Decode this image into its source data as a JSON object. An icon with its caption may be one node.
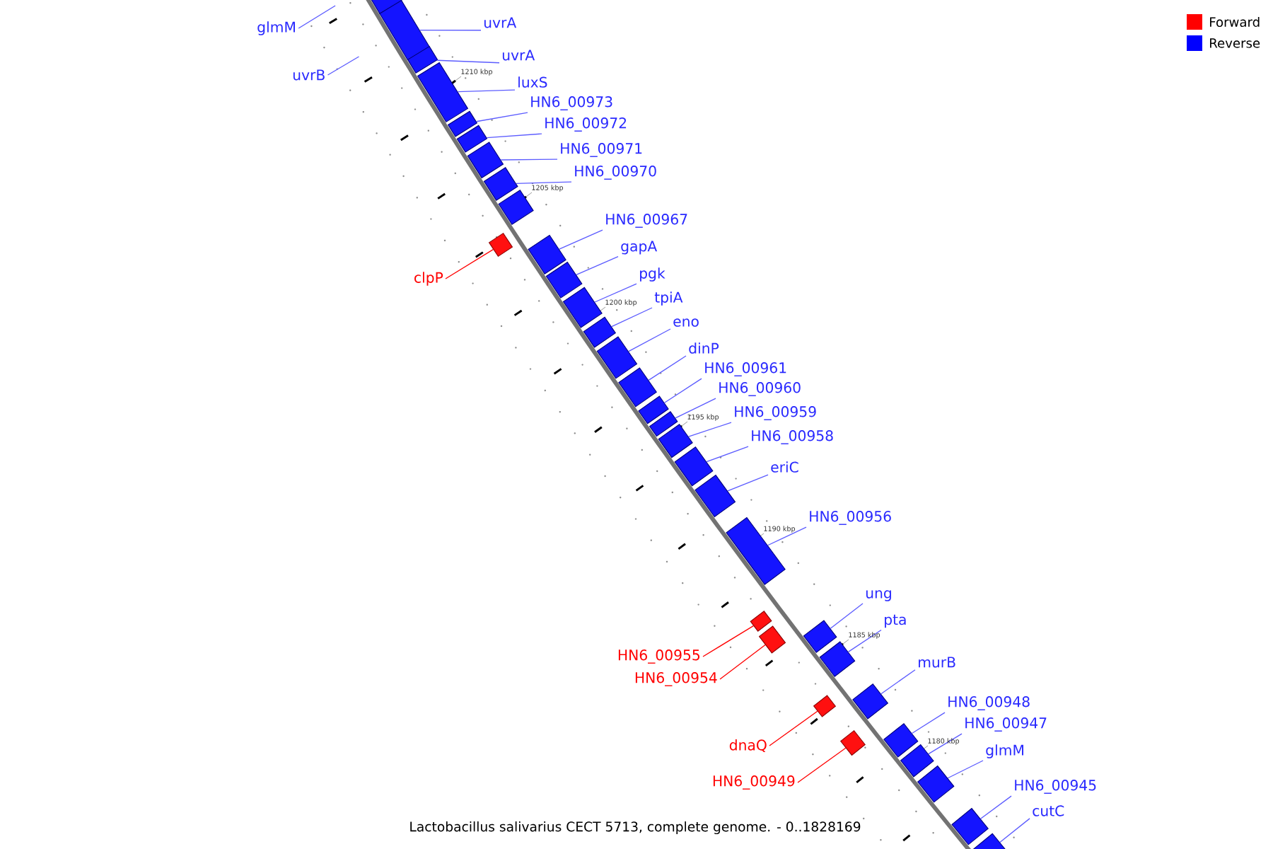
{
  "diagram": {
    "caption": "Lactobacillus salivarius CECT 5713, complete genome. - 0..1828169",
    "nodes": [
      {
        "text": [],
        "shape": "bar"
      },
      {
        "text": [],
        "shape": "bar"
      },
      {
        "text": [],
        "shape": "bar"
      },
      {
        "text": [],
        "shape": "bar"
      },
      {
        "text": [],
        "shape": "bar"
      },
      {
        "text": [],
        "shape": "bar"
      },
      {
        "text": [],
        "shape": "bar"
      },
      {
        "text": [],
        "shape": "bar"
      },
      {
        "text": [],
        "shape": "bar"
      },
      {
        "text": [],
        "shape": "bar"
      },
      {
        "text": [],
        "shape": "bar"
      },
      {
        "text": [],
        "shape": "bar"
      },
      {
        "text": [],
        "shape": "bar"
      },
      {
        "text": [],
        "shape": "bar"
      },
      {
        "text": [],
        "shape": "bar"
      },
      {
        "text": [],
        "shape": "bar"
      },
      {
        "text": [],
        "shape": "bar"
      },
      {
        "text": [],
        "shape": "bar"
      },
      {
        "text": [],
        "shape": "bar"
      },
      {
        "text": [],
        "shape": "bar"
      },
      {
        "text": [],
        "shape": "bar"
      },
      {
        "text": [],
        "shape": "bar"
      },
      {
        "text": [],
        "shape": "bar"
      },
      {
        "text": [],
        "shape": "bar"
      },
      {
        "text": [],
        "shape": "bar"
      },
      {
        "text": [],
        "shape": "bar"
      },
      {
        "text": [],
        "shape": "bar"
      },
      {
        "text": [],
        "shape": "bar"
      },
      {
        "text": [],
        "shape": "bar"
      },
      {
        "text": [],
        "shape": "bar"
      },
      {
        "text": [],
        "shape": "bar"
      },
      {
        "text": [],
        "shape": "bar"
      },
      {
        "text": [],
        "shape": "bar"
      },
      {
        "text": [],
        "shape": "bar"
      },
      {
        "text": [
          "uvrA"
        ]
      },
      {
        "text": [
          "glmM"
        ]
      },
      {
        "text": [
          "uvrA"
        ]
      },
      {
        "text": [
          "uvrB"
        ]
      },
      {
        "text": [
          "luxS"
        ]
      },
      {
        "text": [
          "HN6_00973"
        ]
      },
      {
        "text": [
          "HN6_00972"
        ]
      },
      {
        "text": [
          "HN6_00971"
        ]
      },
      {
        "text": [
          "HN6_00970"
        ]
      },
      {
        "text": [
          "HN6_00967"
        ]
      },
      {
        "text": [
          "gapA"
        ]
      },
      {
        "text": [
          "pgk"
        ]
      },
      {
        "text": [
          "clpP"
        ]
      },
      {
        "text": [
          "tpiA"
        ]
      },
      {
        "text": [
          "eno"
        ]
      },
      {
        "text": [
          "dinP"
        ]
      },
      {
        "text": [
          "HN6_00961"
        ]
      },
      {
        "text": [
          "HN6_00960"
        ]
      },
      {
        "text": [
          "HN6_00959"
        ]
      },
      {
        "text": [
          "HN6_00958"
        ]
      },
      {
        "text": [
          "eriC"
        ]
      },
      {
        "text": [
          "HN6_00956"
        ]
      },
      {
        "text": [
          "ung"
        ]
      },
      {
        "text": [
          "pta"
        ]
      },
      {
        "text": [
          "HN6_00955"
        ]
      },
      {
        "text": [
          "murB"
        ]
      },
      {
        "text": [
          "HN6_00954"
        ]
      },
      {
        "text": [
          "HN6_00948"
        ]
      },
      {
        "text": [
          "HN6_00947"
        ]
      },
      {
        "text": [
          "dnaQ"
        ]
      },
      {
        "text": [
          "glmM"
        ]
      },
      {
        "text": [
          "HN6_00949"
        ]
      },
      {
        "text": [
          "HN6_00945"
        ]
      },
      {
        "text": [
          "cutC"
        ]
      }
    ],
    "edges": [
      {
        "from": 34,
        "to": 1,
        "arrow": "none"
      },
      {
        "from": 35,
        "to": null,
        "arrow": "none"
      },
      {
        "from": 36,
        "to": 2,
        "arrow": "none"
      },
      {
        "from": 37,
        "to": null,
        "arrow": "none"
      },
      {
        "from": 38,
        "to": 3,
        "arrow": "none"
      },
      {
        "from": 39,
        "to": 4,
        "arrow": "none"
      },
      {
        "from": 40,
        "to": 5,
        "arrow": "none"
      },
      {
        "from": 41,
        "to": 6,
        "arrow": "none"
      },
      {
        "from": 42,
        "to": 7,
        "arrow": "none"
      },
      {
        "from": 43,
        "to": 10,
        "arrow": "none"
      },
      {
        "from": 44,
        "to": 11,
        "arrow": "none"
      },
      {
        "from": 45,
        "to": 12,
        "arrow": "none"
      },
      {
        "from": 46,
        "to": 9,
        "arrow": "none",
        "color": "#ff0000"
      },
      {
        "from": 47,
        "to": 13,
        "arrow": "none"
      },
      {
        "from": 48,
        "to": 14,
        "arrow": "none"
      },
      {
        "from": 49,
        "to": 15,
        "arrow": "none"
      },
      {
        "from": 50,
        "to": 16,
        "arrow": "none"
      },
      {
        "from": 51,
        "to": 17,
        "arrow": "none"
      },
      {
        "from": 52,
        "to": 18,
        "arrow": "none"
      },
      {
        "from": 53,
        "to": 19,
        "arrow": "none"
      },
      {
        "from": 54,
        "to": 20,
        "arrow": "none"
      },
      {
        "from": 55,
        "to": 21,
        "arrow": "none"
      },
      {
        "from": 56,
        "to": 24,
        "arrow": "none"
      },
      {
        "from": 57,
        "to": 25,
        "arrow": "none"
      },
      {
        "from": 58,
        "to": 22,
        "arrow": "none",
        "color": "#ff0000"
      },
      {
        "from": 59,
        "to": 26,
        "arrow": "none"
      },
      {
        "from": 60,
        "to": 23,
        "arrow": "none",
        "color": "#ff0000"
      },
      {
        "from": 61,
        "to": 29,
        "arrow": "none"
      },
      {
        "from": 62,
        "to": 30,
        "arrow": "none"
      },
      {
        "from": 63,
        "to": 27,
        "arrow": "none",
        "color": "#ff0000"
      },
      {
        "from": 64,
        "to": 31,
        "arrow": "none"
      },
      {
        "from": 65,
        "to": 28,
        "arrow": "none",
        "color": "#ff0000"
      },
      {
        "from": 66,
        "to": 32,
        "arrow": "none"
      },
      {
        "from": 67,
        "to": 33,
        "arrow": "none"
      }
    ],
    "labels": [
      "1210 kbp",
      "1205 kbp",
      "1200 kbp",
      "1195 kbp",
      "1190 kbp",
      "1185 kbp",
      "1180 kbp"
    ],
    "legend": [
      {
        "text": "Forward",
        "color": "#ff0000"
      },
      {
        "text": "Reverse",
        "color": "#0000ff"
      }
    ]
  }
}
